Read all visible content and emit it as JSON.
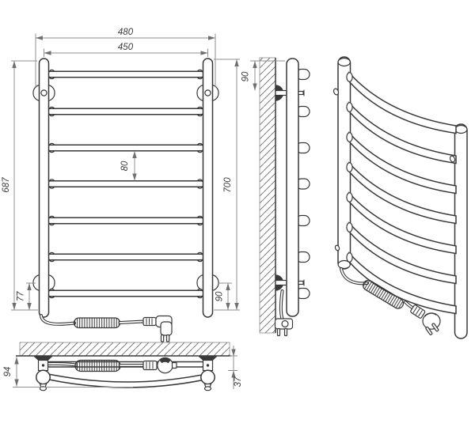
{
  "drawing": {
    "title": "Electric heated towel rail — dimensional drawing",
    "background": "#ffffff",
    "colors": {
      "line": "#383838",
      "dimension": "#8f8f8f",
      "text": "#3d3d3d"
    },
    "rung_count": 7,
    "views": {
      "front": "front view with power cord and plug",
      "side": "wall-mounted side view",
      "perspective": "3/4 perspective view with coiled cord",
      "bottom": "bottom (plan) view at wall"
    },
    "dims": {
      "overall_width": "480",
      "mount_width": "450",
      "height_left": "687",
      "height_right": "700",
      "rung_gap": "80",
      "left_bottom_offset": "77",
      "right_bottom_offset": "90",
      "side_top_offset": "90",
      "depth_total": "94",
      "depth_bow": "37"
    }
  }
}
